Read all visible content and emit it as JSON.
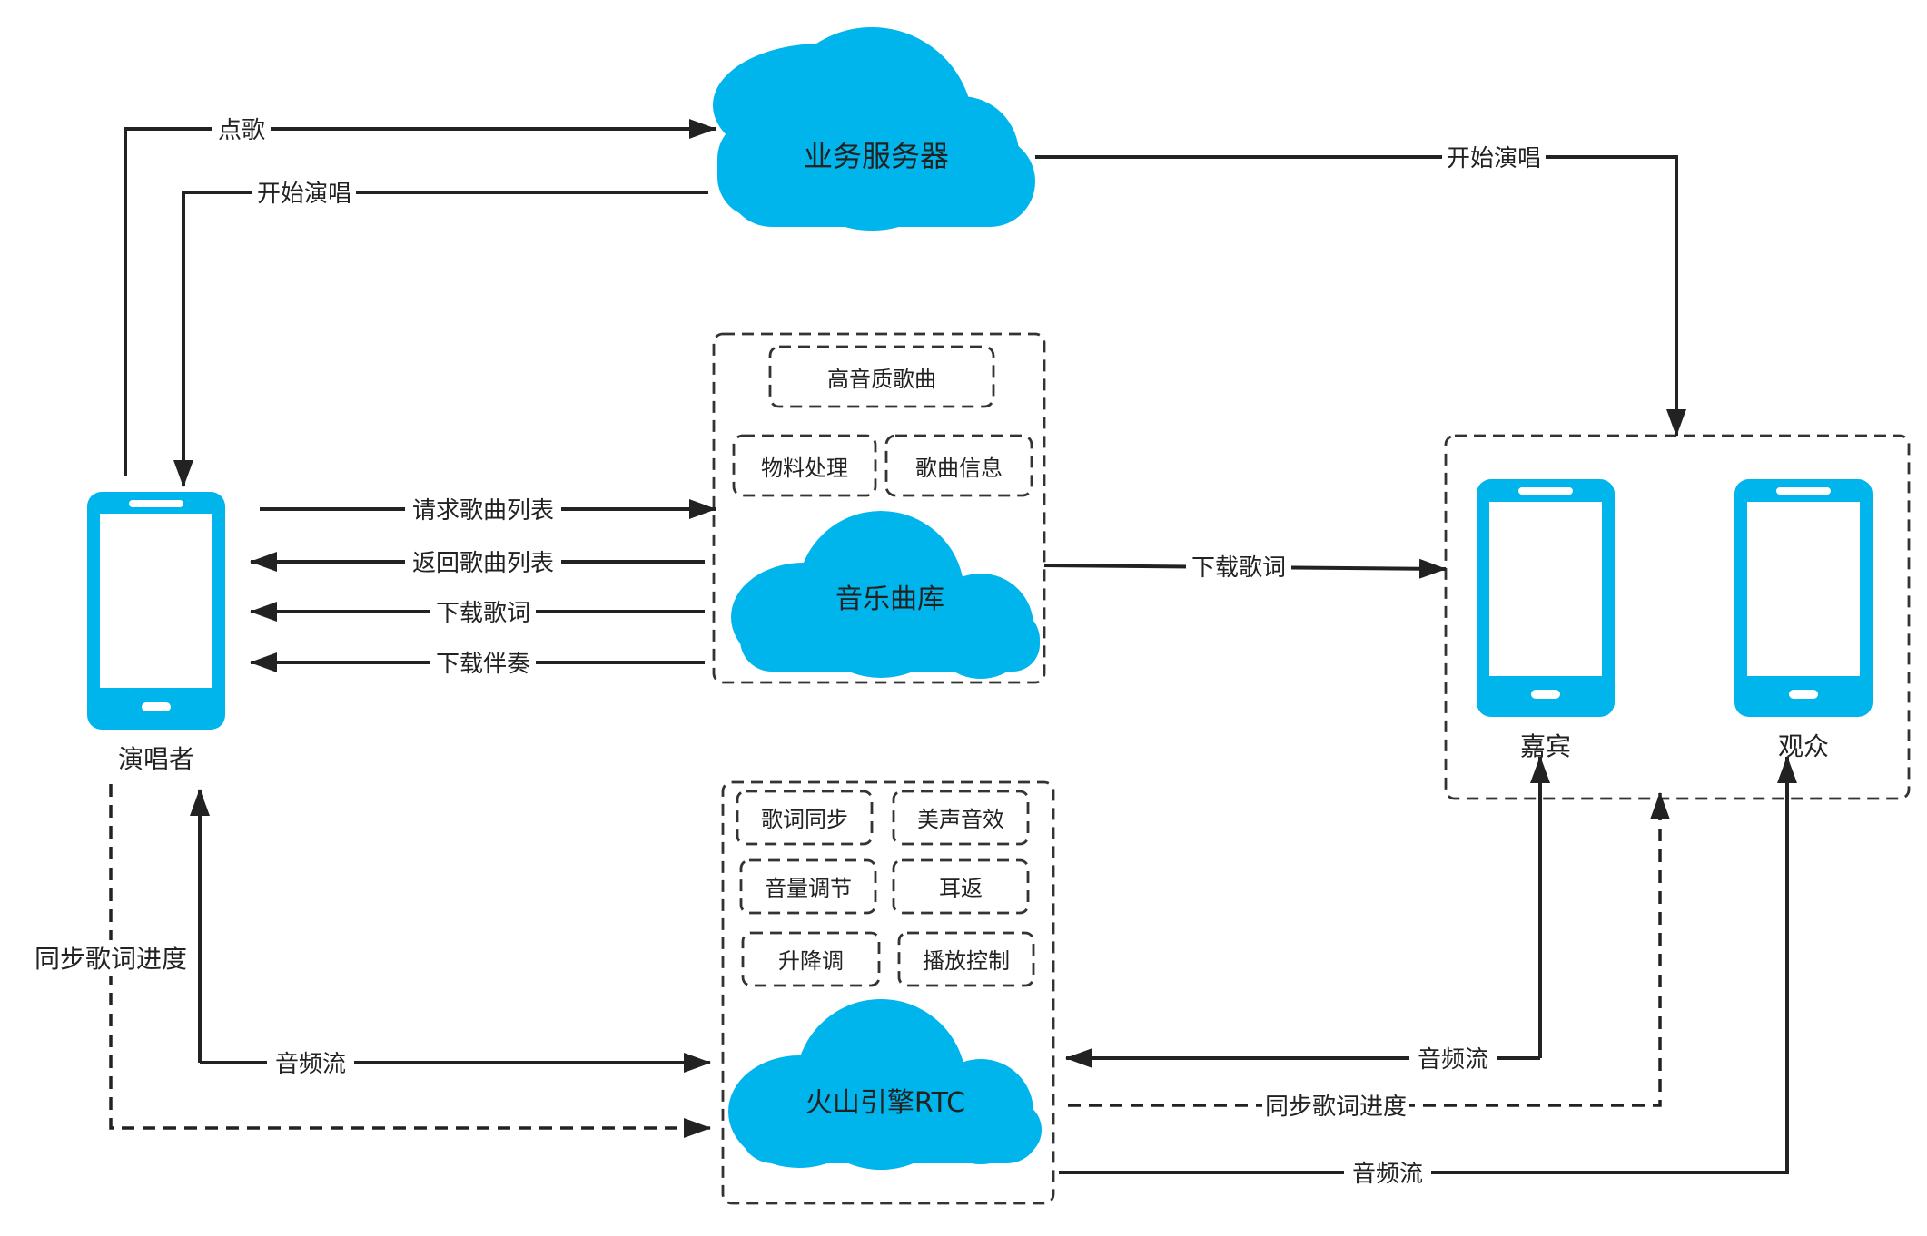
{
  "colors": {
    "accent": "#00B4EC",
    "line": "#222222"
  },
  "clouds": {
    "business": "业务服务器",
    "music": "音乐曲库",
    "rtc": "火山引擎RTC"
  },
  "music_features": [
    "高音质歌曲",
    "物料处理",
    "歌曲信息"
  ],
  "rtc_features": [
    "歌词同步",
    "美声音效",
    "音量调节",
    "耳返",
    "升降调",
    "播放控制"
  ],
  "devices": {
    "singer": "演唱者",
    "guest": "嘉宾",
    "audience": "观众"
  },
  "edges": {
    "order_song": "点歌",
    "start_sing_to_singer": "开始演唱",
    "start_sing_to_guests": "开始演唱",
    "request_list": "请求歌曲列表",
    "return_list": "返回歌曲列表",
    "download_lyrics_singer": "下载歌词",
    "download_accompaniment": "下载伴奏",
    "download_lyrics_guests": "下载歌词",
    "sync_progress_singer": "同步歌词进度",
    "audio_singer": "音频流",
    "audio_guest": "音频流",
    "sync_progress_guests": "同步歌词进度",
    "audio_audience": "音频流"
  }
}
